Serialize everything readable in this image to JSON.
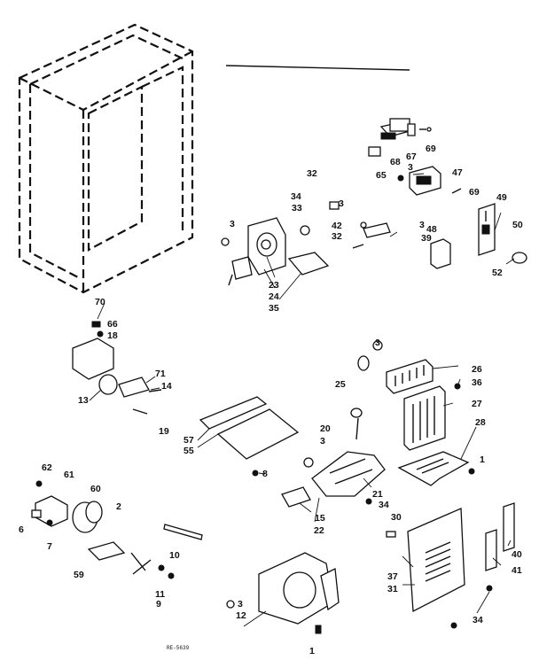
{
  "callouts": [
    "70",
    "66",
    "18",
    "71",
    "14",
    "13",
    "19",
    "57",
    "55",
    "8",
    "62",
    "61",
    "60",
    "2",
    "6",
    "7",
    "59",
    "10",
    "11",
    "9",
    "3",
    "12",
    "1",
    "32",
    "34",
    "33",
    "3",
    "3",
    "42",
    "32",
    "39",
    "3",
    "23",
    "24",
    "35",
    "65",
    "68",
    "67",
    "69",
    "3",
    "47",
    "69",
    "49",
    "50",
    "48",
    "52",
    "3",
    "26",
    "36",
    "25",
    "27",
    "28",
    "1",
    "20",
    "3",
    "21",
    "34",
    "15",
    "22",
    "30",
    "40",
    "41",
    "37",
    "31",
    "34"
  ],
  "drawing_code": "RE-5639"
}
